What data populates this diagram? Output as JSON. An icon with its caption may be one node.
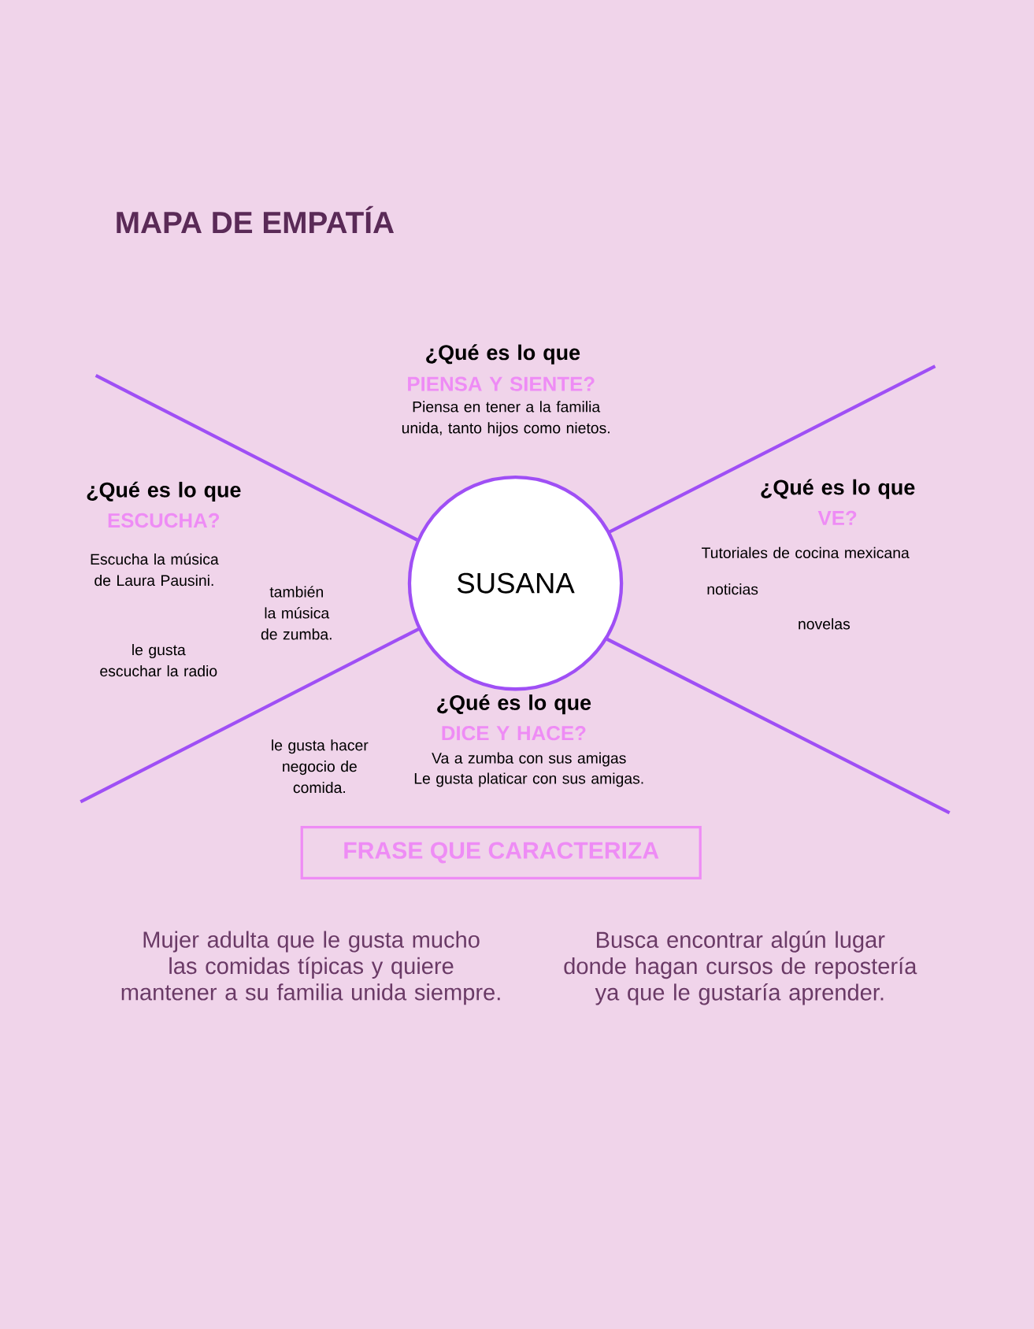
{
  "diagram": {
    "title": "MAPA DE EMPATÍA",
    "nodes": [
      {
        "text": [
          "SUSANA"
        ]
      },
      {
        "text": [
          "FRASE QUE CARACTERIZA"
        ]
      }
    ],
    "labels": [
      "¿Qué es lo que",
      "PIENSA Y SIENTE?",
      "Piensa en tener a la familia unida, tanto hijos como nietos.",
      "¿Qué es lo que",
      "ESCUCHA?",
      "Escucha la música de Laura Pausini.",
      "también la música de zumba.",
      "le gusta escuchar la radio",
      "¿Qué es lo que",
      "VE?",
      "Tutoriales de cocina mexicana",
      "noticias",
      "novelas",
      "¿Qué es lo que",
      "DICE Y HACE?",
      "Va a zumba con sus amigas",
      "Le gusta platicar con sus amigas.",
      "le gusta hacer negocio de comida.",
      "Mujer adulta que le gusta mucho las comidas típicas y quiere mantener a su familia unida siempre.",
      "Busca encontrar algún lugar donde hagan cursos de repostería ya que le gustaría aprender."
    ]
  }
}
